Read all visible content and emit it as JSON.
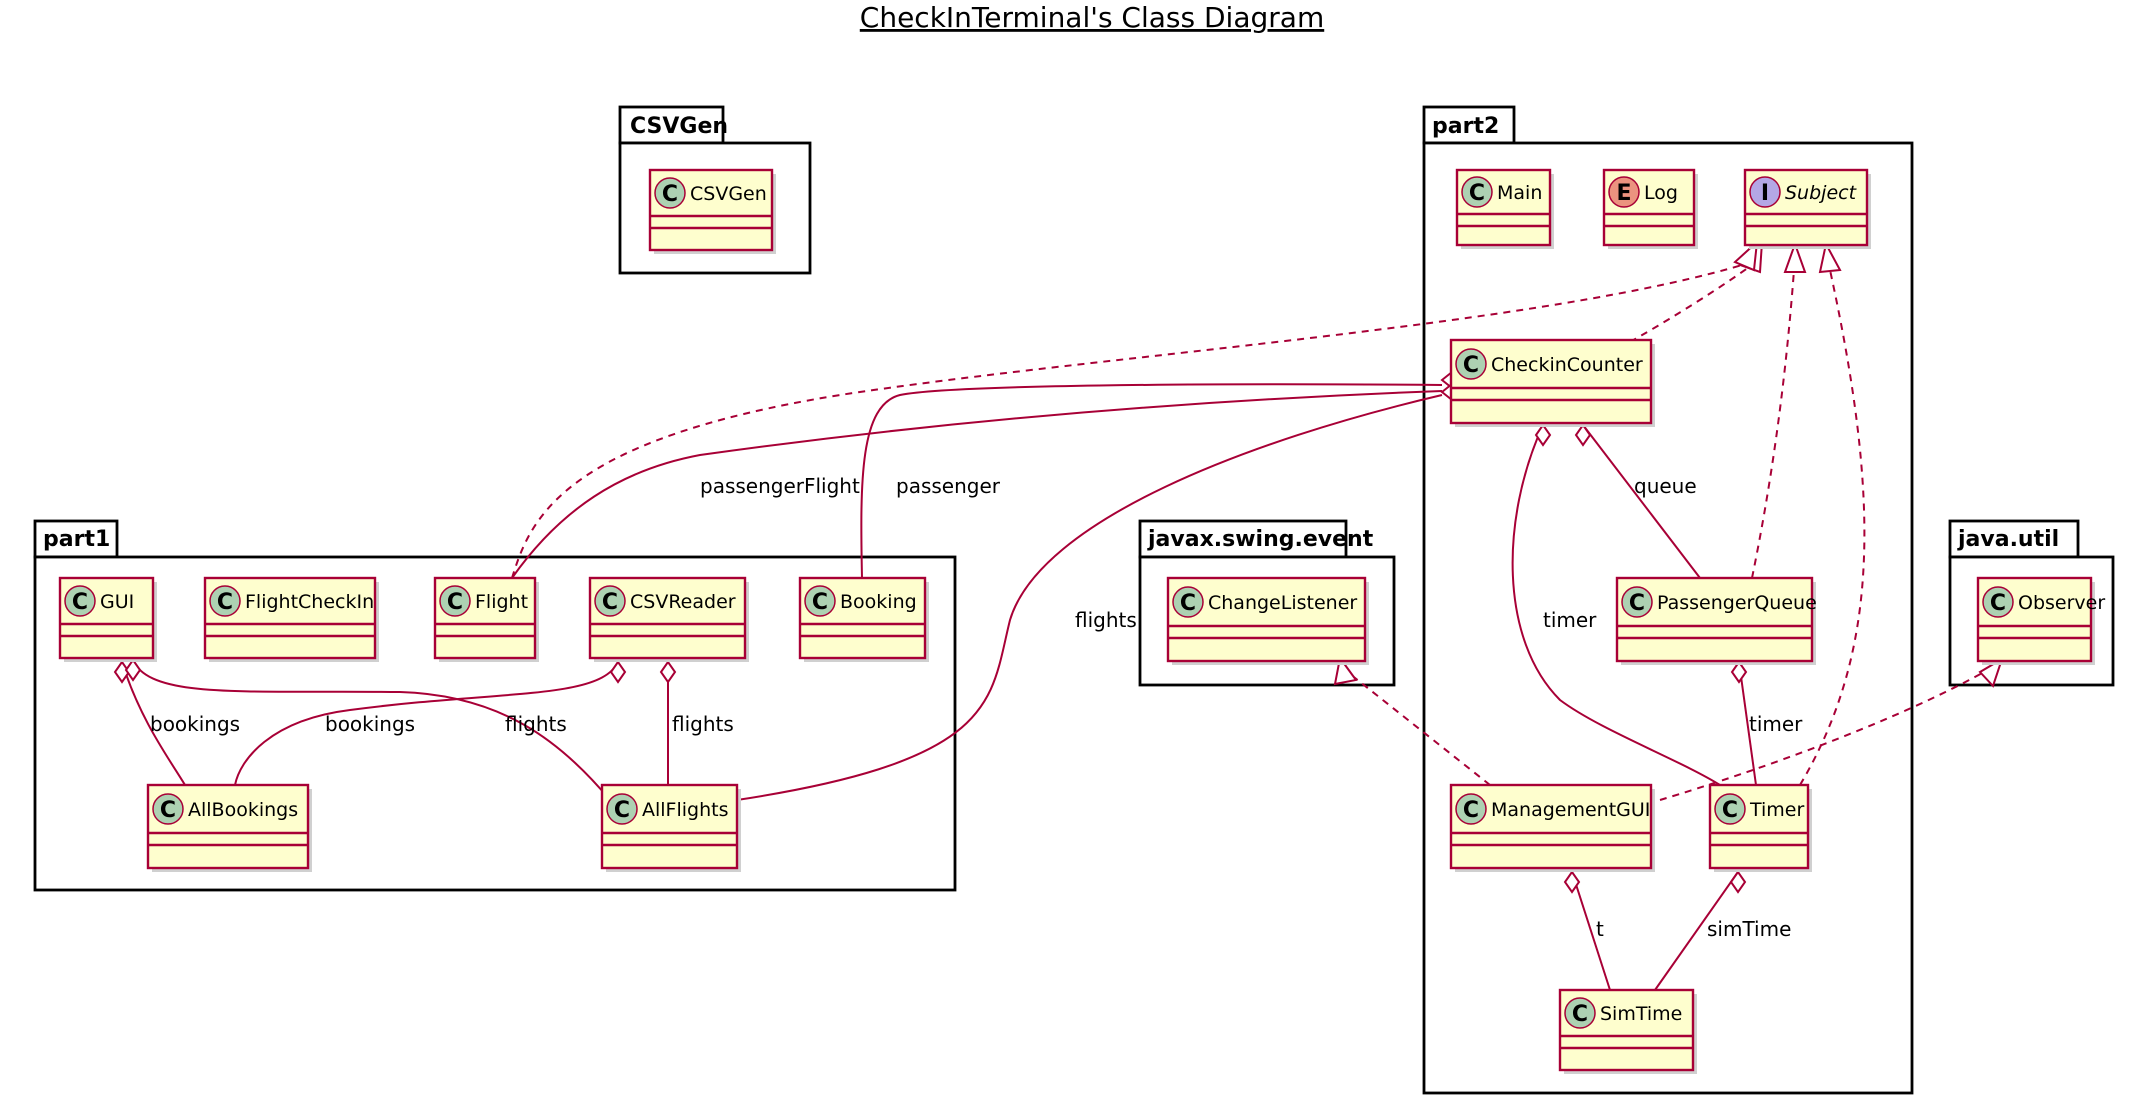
{
  "title": "CheckInTerminal's Class Diagram",
  "colors": {
    "class_fill": "#FEFECE",
    "class_border": "#A80036",
    "class_circle": "#ADD1B2",
    "enum_circle": "#EB937F",
    "interface_circle": "#B4A7E5",
    "package_border": "#000000"
  },
  "packages": [
    {
      "id": "csvgen",
      "name": "CSVGen"
    },
    {
      "id": "part2",
      "name": "part2"
    },
    {
      "id": "part1",
      "name": "part1"
    },
    {
      "id": "swing",
      "name": "javax.swing.event"
    },
    {
      "id": "util",
      "name": "java.util"
    }
  ],
  "classes": [
    {
      "id": "CSVGen",
      "name": "CSVGen",
      "stereotype": "C",
      "icon": "class-icon"
    },
    {
      "id": "Main",
      "name": "Main",
      "stereotype": "C",
      "icon": "class-icon"
    },
    {
      "id": "Log",
      "name": "Log",
      "stereotype": "E",
      "icon": "enum-icon"
    },
    {
      "id": "Subject",
      "name": "Subject",
      "stereotype": "I",
      "icon": "interface-icon"
    },
    {
      "id": "CheckinCounter",
      "name": "CheckinCounter",
      "stereotype": "C",
      "icon": "class-icon"
    },
    {
      "id": "PassengerQueue",
      "name": "PassengerQueue",
      "stereotype": "C",
      "icon": "class-icon"
    },
    {
      "id": "ManagementGUI",
      "name": "ManagementGUI",
      "stereotype": "C",
      "icon": "class-icon"
    },
    {
      "id": "Timer",
      "name": "Timer",
      "stereotype": "C",
      "icon": "class-icon"
    },
    {
      "id": "SimTime",
      "name": "SimTime",
      "stereotype": "C",
      "icon": "class-icon"
    },
    {
      "id": "GUI",
      "name": "GUI",
      "stereotype": "C",
      "icon": "class-icon"
    },
    {
      "id": "FlightCheckIn",
      "name": "FlightCheckIn",
      "stereotype": "C",
      "icon": "class-icon"
    },
    {
      "id": "Flight",
      "name": "Flight",
      "stereotype": "C",
      "icon": "class-icon"
    },
    {
      "id": "CSVReader",
      "name": "CSVReader",
      "stereotype": "C",
      "icon": "class-icon"
    },
    {
      "id": "Booking",
      "name": "Booking",
      "stereotype": "C",
      "icon": "class-icon"
    },
    {
      "id": "AllBookings",
      "name": "AllBookings",
      "stereotype": "C",
      "icon": "class-icon"
    },
    {
      "id": "AllFlights",
      "name": "AllFlights",
      "stereotype": "C",
      "icon": "class-icon"
    },
    {
      "id": "ChangeListener",
      "name": "ChangeListener",
      "stereotype": "C",
      "icon": "class-icon"
    },
    {
      "id": "Observer",
      "name": "Observer",
      "stereotype": "C",
      "icon": "class-icon"
    }
  ],
  "relations": [
    {
      "id": "r1",
      "from": "CheckinCounter",
      "to": "Subject",
      "kind": "realization",
      "label": ""
    },
    {
      "id": "r2",
      "from": "Flight",
      "to": "Subject",
      "kind": "realization",
      "label": ""
    },
    {
      "id": "r3",
      "from": "PassengerQueue",
      "to": "Subject",
      "kind": "realization",
      "label": ""
    },
    {
      "id": "r4",
      "from": "Timer",
      "to": "Subject",
      "kind": "realization",
      "label": ""
    },
    {
      "id": "r5",
      "from": "CheckinCounter",
      "to": "Flight",
      "kind": "aggregation",
      "label": "passengerFlight"
    },
    {
      "id": "r6",
      "from": "CheckinCounter",
      "to": "Booking",
      "kind": "aggregation",
      "label": "passenger"
    },
    {
      "id": "r7",
      "from": "CheckinCounter",
      "to": "AllFlights",
      "kind": "aggregation",
      "label": "flights"
    },
    {
      "id": "r8",
      "from": "CheckinCounter",
      "to": "PassengerQueue",
      "kind": "aggregation",
      "label": "queue"
    },
    {
      "id": "r9",
      "from": "CheckinCounter",
      "to": "Timer",
      "kind": "aggregation",
      "label": "timer"
    },
    {
      "id": "r10",
      "from": "PassengerQueue",
      "to": "Timer",
      "kind": "aggregation",
      "label": "timer"
    },
    {
      "id": "r11",
      "from": "GUI",
      "to": "AllBookings",
      "kind": "aggregation",
      "label": "bookings"
    },
    {
      "id": "r12",
      "from": "GUI",
      "to": "AllFlights",
      "kind": "aggregation",
      "label": "flights"
    },
    {
      "id": "r13",
      "from": "CSVReader",
      "to": "AllBookings",
      "kind": "aggregation",
      "label": "bookings"
    },
    {
      "id": "r14",
      "from": "CSVReader",
      "to": "AllFlights",
      "kind": "aggregation",
      "label": "flights"
    },
    {
      "id": "r15",
      "from": "ManagementGUI",
      "to": "ChangeListener",
      "kind": "realization",
      "label": ""
    },
    {
      "id": "r16",
      "from": "ManagementGUI",
      "to": "Observer",
      "kind": "realization",
      "label": ""
    },
    {
      "id": "r17",
      "from": "ManagementGUI",
      "to": "SimTime",
      "kind": "aggregation",
      "label": "t"
    },
    {
      "id": "r18",
      "from": "Timer",
      "to": "SimTime",
      "kind": "aggregation",
      "label": "simTime"
    }
  ]
}
